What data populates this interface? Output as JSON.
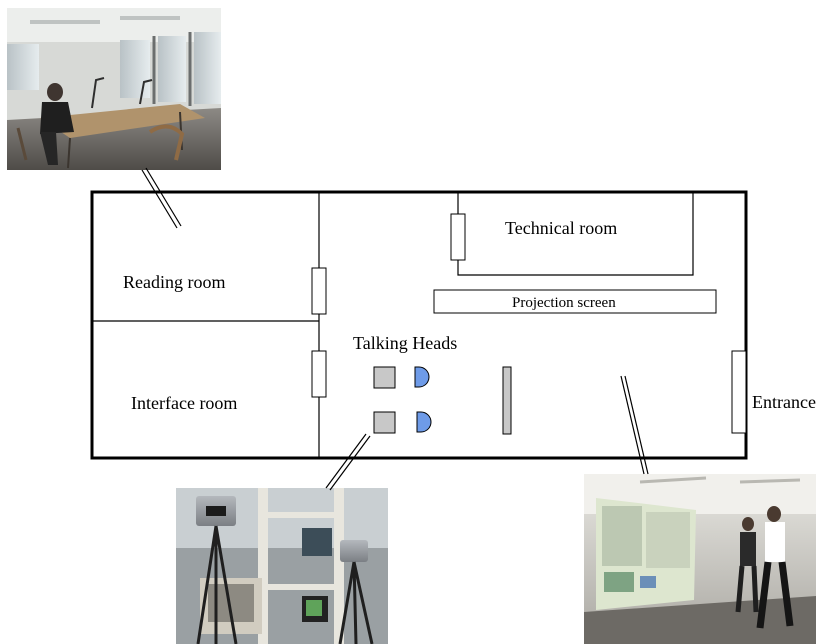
{
  "rooms": {
    "reading": "Reading room",
    "interface": "Interface room",
    "technical": "Technical room",
    "talking_heads": "Talking Heads",
    "projection_screen": "Projection screen",
    "entrance": "Entrance"
  },
  "photos": {
    "reading_room": "photo-reading-room",
    "talking_heads": "photo-cameras-on-tripods",
    "projection": "photo-people-at-projection-screen"
  },
  "colors": {
    "wall": "#000000",
    "camera_box": "#c8c8c8",
    "head": "#6e9be8",
    "screen_fill": "#ffffff"
  }
}
